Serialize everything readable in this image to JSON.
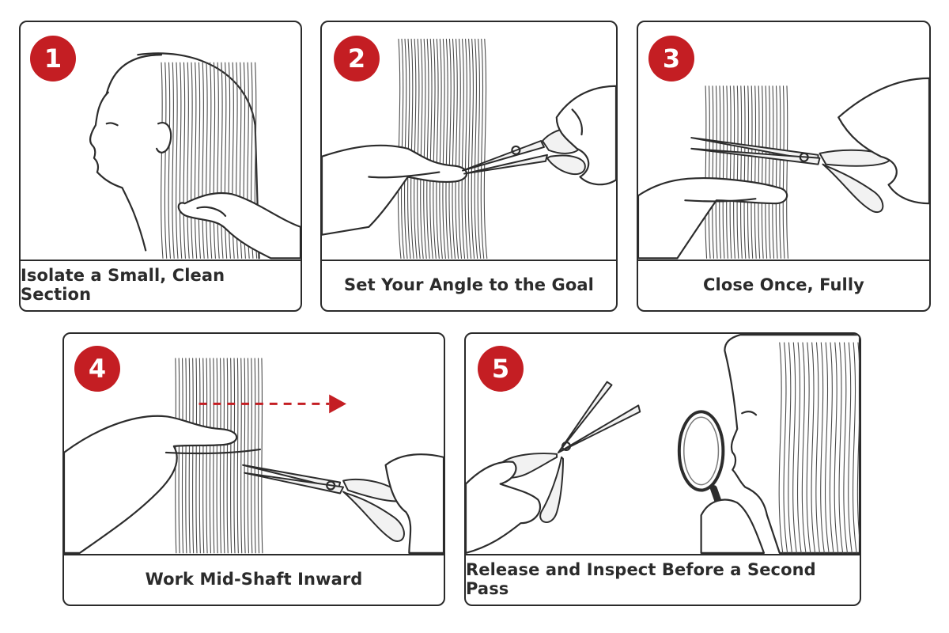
{
  "accent_color": "#c41e23",
  "steps": [
    {
      "number": "1",
      "caption": "Isolate a Small, Clean Section"
    },
    {
      "number": "2",
      "caption": "Set Your Angle to the Goal"
    },
    {
      "number": "3",
      "caption": "Close Once, Fully"
    },
    {
      "number": "4",
      "caption": "Work Mid-Shaft Inward"
    },
    {
      "number": "5",
      "caption": "Release and Inspect Before a Second Pass"
    }
  ]
}
